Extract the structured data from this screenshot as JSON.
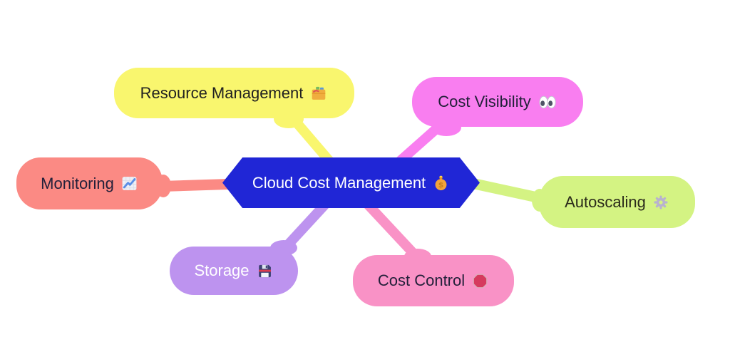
{
  "mindmap": {
    "root": {
      "label": "Cloud Cost Management",
      "icon": "money-bag-icon",
      "emoji": "💰",
      "fill": "#2026d6",
      "text_color": "#ffffff"
    },
    "branches": [
      {
        "label": "Resource Management",
        "icon": "card-index-dividers-icon",
        "emoji": "🗂️",
        "fill": "#f9f66e",
        "text_color": "#202020"
      },
      {
        "label": "Cost Visibility",
        "icon": "eyes-icon",
        "emoji": "👀",
        "fill": "#f97ef0",
        "text_color": "#23203a"
      },
      {
        "label": "Monitoring",
        "icon": "chart-increasing-icon",
        "emoji": "📈",
        "fill": "#fb8a84",
        "text_color": "#23203a"
      },
      {
        "label": "Autoscaling",
        "icon": "gear-icon",
        "emoji": "⚙️",
        "fill": "#d4f383",
        "text_color": "#2a2a1a"
      },
      {
        "label": "Storage",
        "icon": "floppy-disk-icon",
        "emoji": "💾",
        "fill": "#bd93ef",
        "text_color": "#ffffff"
      },
      {
        "label": "Cost Control",
        "icon": "stop-sign-icon",
        "emoji": "🛑",
        "fill": "#f992c6",
        "text_color": "#23203a"
      }
    ],
    "background": "#ffffff"
  }
}
